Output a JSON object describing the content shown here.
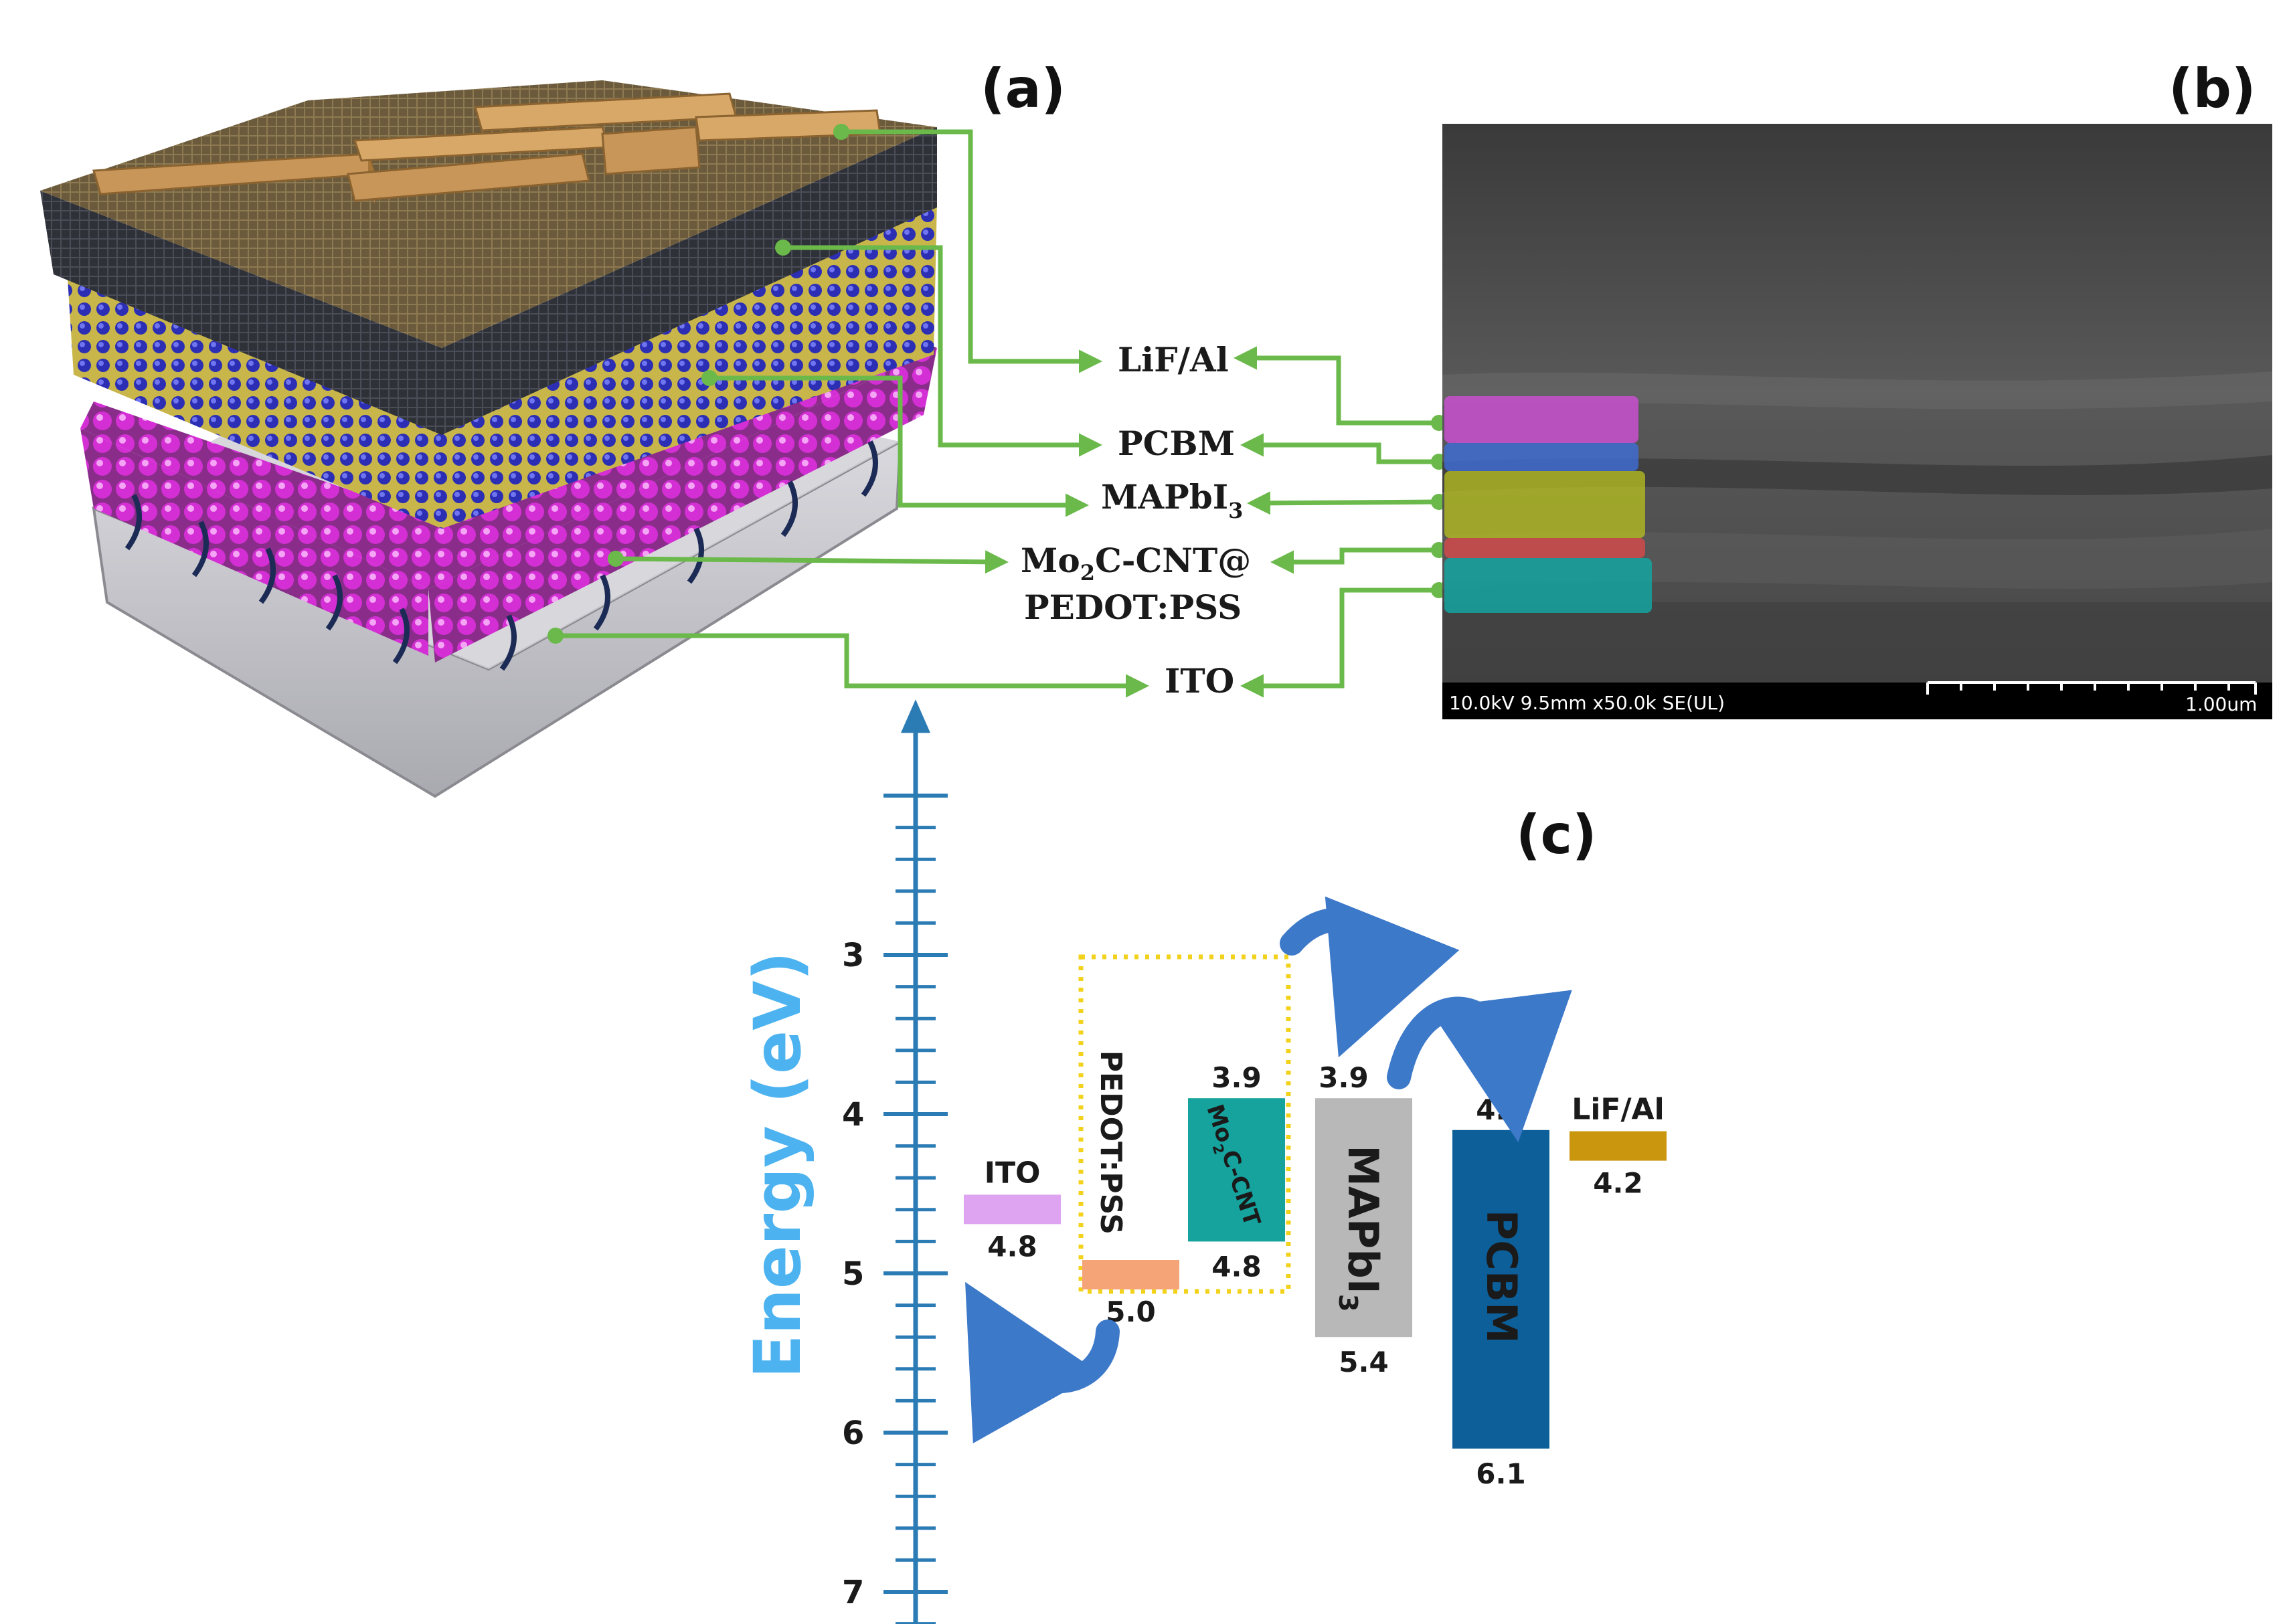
{
  "panels": {
    "a": "(a)",
    "b": "(b)",
    "c": "(c)"
  },
  "device_layers": [
    {
      "key": "lif",
      "label": "LiF/Al"
    },
    {
      "key": "pcbm",
      "label": "PCBM"
    },
    {
      "key": "mapbi",
      "label": "MAPbI",
      "sub": "3"
    },
    {
      "key": "mo2c",
      "label_parts": [
        "Mo",
        "2",
        "C-CNT@"
      ],
      "label2": "PEDOT:PSS"
    },
    {
      "key": "ito",
      "label": "ITO"
    }
  ],
  "sem": {
    "info": "10.0kV 9.5mm x50.0k SE(UL)",
    "scale": "1.00um",
    "overlay_colors": [
      "#c94fd0",
      "#3d6ed8",
      "#b8c21e",
      "#d84a4a",
      "#14a3a0"
    ]
  },
  "colors": {
    "arrow_green": "#6ab94a",
    "axis_blue": "#2b7bb5",
    "axis_title": "#4db3f0",
    "curve_arrow": "#3d79c9",
    "dotted_box": "#f2d21b"
  },
  "energy": {
    "axis_title": "Energy (eV)",
    "ticks": [
      "3",
      "4",
      "5",
      "6",
      "7"
    ],
    "tick_values": [
      3,
      4,
      5,
      6,
      7
    ],
    "range": [
      1.9,
      7.3
    ],
    "bands": [
      {
        "key": "ito",
        "name": "ITO",
        "level": 4.8,
        "level_label": "4.8",
        "color": "#dea4f1"
      },
      {
        "key": "pedot",
        "name": "PEDOT:PSS",
        "level": 5.0,
        "level_label": "5.0",
        "color": "#f5a478"
      },
      {
        "key": "mo2c",
        "name_parts": [
          "Mo",
          "2",
          "C-CNT"
        ],
        "top": 3.9,
        "bottom": 4.8,
        "top_label": "3.9",
        "bottom_label": "4.8",
        "color": "#16a39d"
      },
      {
        "key": "mapbi",
        "name": "MAPbI",
        "sub": "3",
        "top": 3.9,
        "bottom": 5.4,
        "top_label": "3.9",
        "bottom_label": "5.4",
        "color": "#b8b8b8"
      },
      {
        "key": "pcbm",
        "name": "PCBM",
        "top": 4.1,
        "bottom": 6.1,
        "top_label": "4.1",
        "bottom_label": "6.1",
        "color": "#0d5f9a"
      },
      {
        "key": "lif",
        "name": "LiF/Al",
        "level": 4.2,
        "level_label": "4.2",
        "color": "#c9960e"
      }
    ]
  }
}
